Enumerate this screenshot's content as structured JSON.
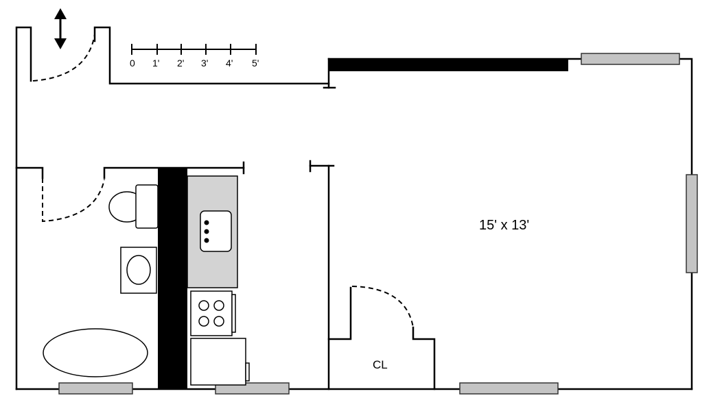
{
  "scale": {
    "ticks": [
      "0",
      "1'",
      "2'",
      "3'",
      "4'",
      "5'"
    ]
  },
  "labels": {
    "main_room": "15' x 13'",
    "closet": "CL"
  }
}
